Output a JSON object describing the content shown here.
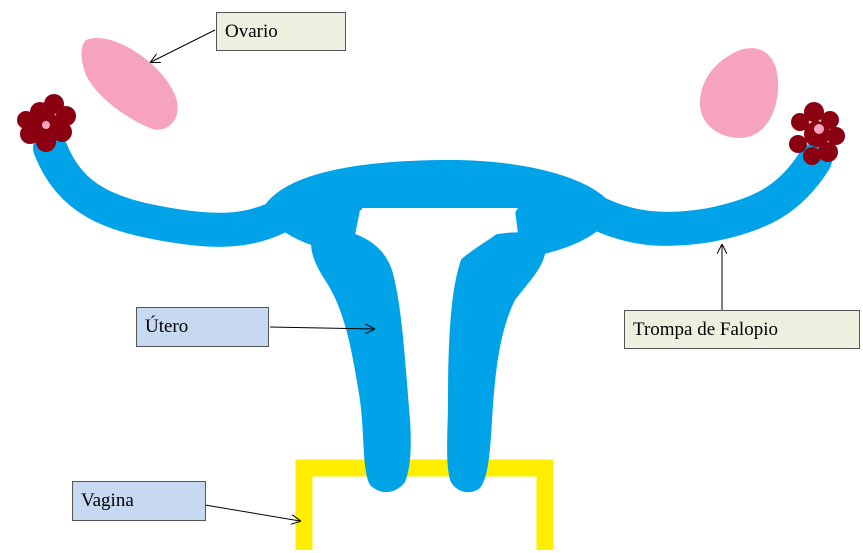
{
  "labels": {
    "ovary": "Ovario",
    "uterus": "Útero",
    "fallopian_tube": "Trompa de Falopio",
    "vagina": "Vagina"
  },
  "colors": {
    "tube": "#00a2e8",
    "ovary": "#f5a3bf",
    "fimbriae": "#8b0010",
    "fimbriae_center": "#f5a3bf",
    "vagina": "#ffee00",
    "label_green": "#ebf1de",
    "label_blue": "#c6d9f1"
  }
}
